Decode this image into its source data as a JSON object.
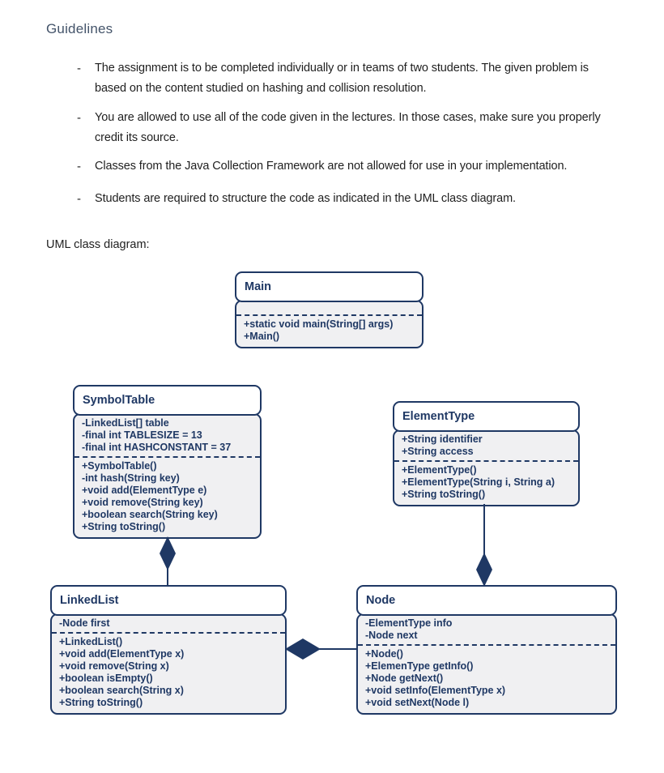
{
  "page": {
    "heading": "Guidelines",
    "bullets": [
      "The assignment is to be completed individually or in teams of two students. The given problem is based on the content studied on hashing and collision resolution.",
      "You are allowed to use all of the code given in the lectures. In those cases, make sure you properly credit its source.",
      "Classes from the Java Collection Framework are not allowed for use in your implementation.",
      "Students are required to structure the code as indicated in the UML class diagram."
    ],
    "bullet_marker": "-",
    "diagram_label": "UML class diagram:"
  },
  "colors": {
    "navy": "#1F3864",
    "heading": "#44546A",
    "body_fill": "#F0F0F2",
    "text": "#1F1F1F"
  },
  "classes": [
    {
      "name": "Main",
      "attributes": [],
      "methods": [
        "+static void main(String[] args)",
        "+Main()"
      ]
    },
    {
      "name": "SymbolTable",
      "attributes": [
        "-LinkedList[] table",
        "-final int TABLESIZE = 13",
        "-final int HASHCONSTANT = 37"
      ],
      "methods": [
        "+SymbolTable()",
        "-int hash(String key)",
        "+void add(ElementType e)",
        "+void remove(String key)",
        "+boolean search(String key)",
        "+String toString()"
      ]
    },
    {
      "name": "ElementType",
      "attributes": [
        "+String identifier",
        "+String access"
      ],
      "methods": [
        "+ElementType()",
        "+ElementType(String i, String a)",
        "+String toString()"
      ]
    },
    {
      "name": "LinkedList",
      "attributes": [
        "-Node first"
      ],
      "methods": [
        "+LinkedList()",
        "+void add(ElementType x)",
        "+void remove(String x)",
        "+boolean isEmpty()",
        "+boolean search(String x)",
        "+String toString()"
      ]
    },
    {
      "name": "Node",
      "attributes": [
        "-ElementType info",
        "-Node next"
      ],
      "methods": [
        "+Node()",
        "+ElemenType getInfo()",
        "+Node getNext()",
        "+void setInfo(ElementType x)",
        "+void setNext(Node l)"
      ]
    }
  ],
  "relationships": [
    {
      "type": "composition",
      "whole": "SymbolTable",
      "part": "LinkedList"
    },
    {
      "type": "composition",
      "whole": "Node",
      "part": "ElementType"
    },
    {
      "type": "composition",
      "whole": "LinkedList",
      "part": "Node"
    }
  ]
}
